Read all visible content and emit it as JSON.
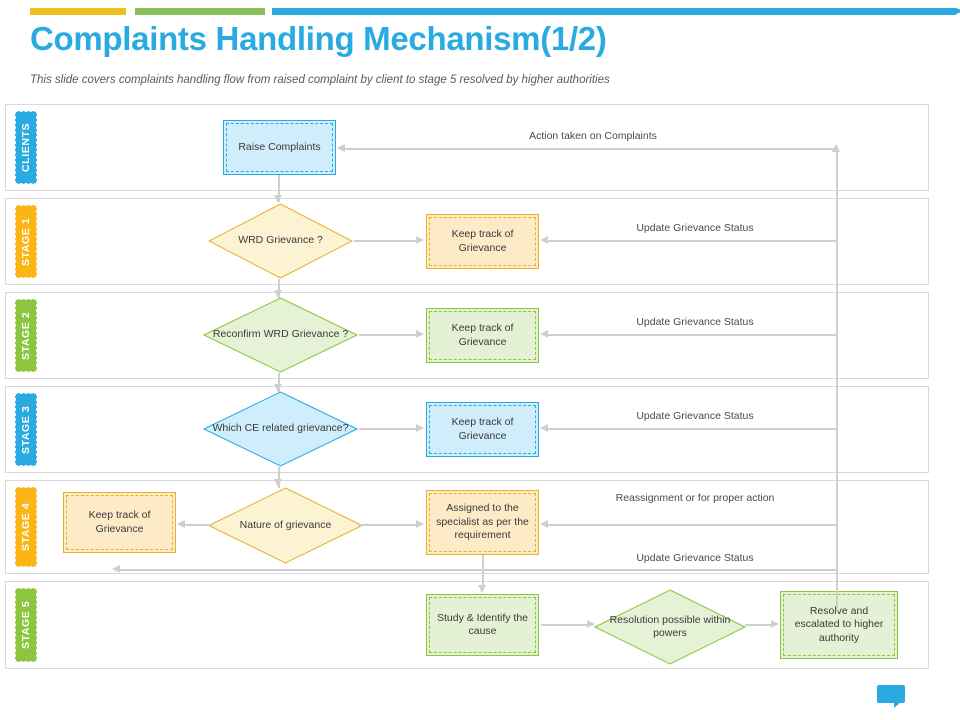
{
  "header": {
    "title": "Complaints Handling Mechanism(1/2)",
    "subtitle": "This slide covers complaints handling flow from raised complaint by client to stage 5 resolved by higher authorities",
    "accent_colors": {
      "yellow": "#f0c01f",
      "green": "#87c05a",
      "blue": "#2ba9e0",
      "title": "#29ABE2"
    }
  },
  "bands": [
    {
      "label": "CLIENTS",
      "color": "#29ABE2"
    },
    {
      "label": "STAGE 1",
      "color": "#FBB615"
    },
    {
      "label": "STAGE 2",
      "color": "#8CC63E"
    },
    {
      "label": "STAGE 3",
      "color": "#29ABE2"
    },
    {
      "label": "STAGE 4",
      "color": "#FBB615"
    },
    {
      "label": "STAGE 5",
      "color": "#8CC63E"
    }
  ],
  "nodes": {
    "raise_complaints": "Raise Complaints",
    "wrd_grievance": "WRD Grievance ?",
    "keep_track_1": "Keep track of Grievance",
    "reconfirm_wrd": "Reconfirm WRD Grievance ?",
    "keep_track_2": "Keep track of Grievance",
    "which_ce": "Which CE related grievance?",
    "keep_track_3": "Keep track of Grievance",
    "keep_track_4": "Keep track of Grievance",
    "nature_of_grievance": "Nature of grievance",
    "assigned_specialist": "Assigned to the specialist as per the requirement",
    "study_identify": "Study & Identify the cause",
    "resolution_possible": "Resolution possible within powers",
    "resolve_escalated": "Resolve and escalated to higher authority"
  },
  "edge_labels": {
    "action_taken": "Action taken on Complaints",
    "update_status_1": "Update Grievance Status",
    "update_status_2": "Update Grievance Status",
    "update_status_3": "Update Grievance Status",
    "reassignment": "Reassignment or for proper action",
    "update_status_4": "Update Grievance Status"
  },
  "footer": {
    "comment_icon": "comment-icon"
  }
}
